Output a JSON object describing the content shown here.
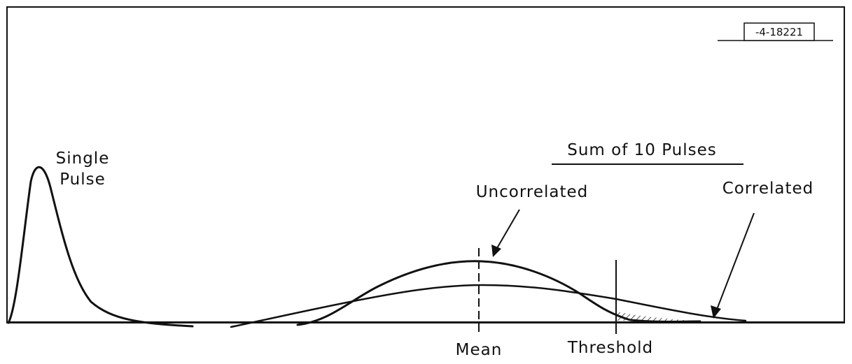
{
  "figure": {
    "id_label": "-4-18221"
  },
  "labels": {
    "single_pulse_line1": "Single",
    "single_pulse_line2": "Pulse",
    "sum_heading": "Sum of 10 Pulses",
    "uncorrelated": "Uncorrelated",
    "correlated": "Correlated",
    "mean": "Mean",
    "threshold": "Threshold"
  },
  "colors": {
    "ink": "#111111",
    "background": "#ffffff"
  }
}
